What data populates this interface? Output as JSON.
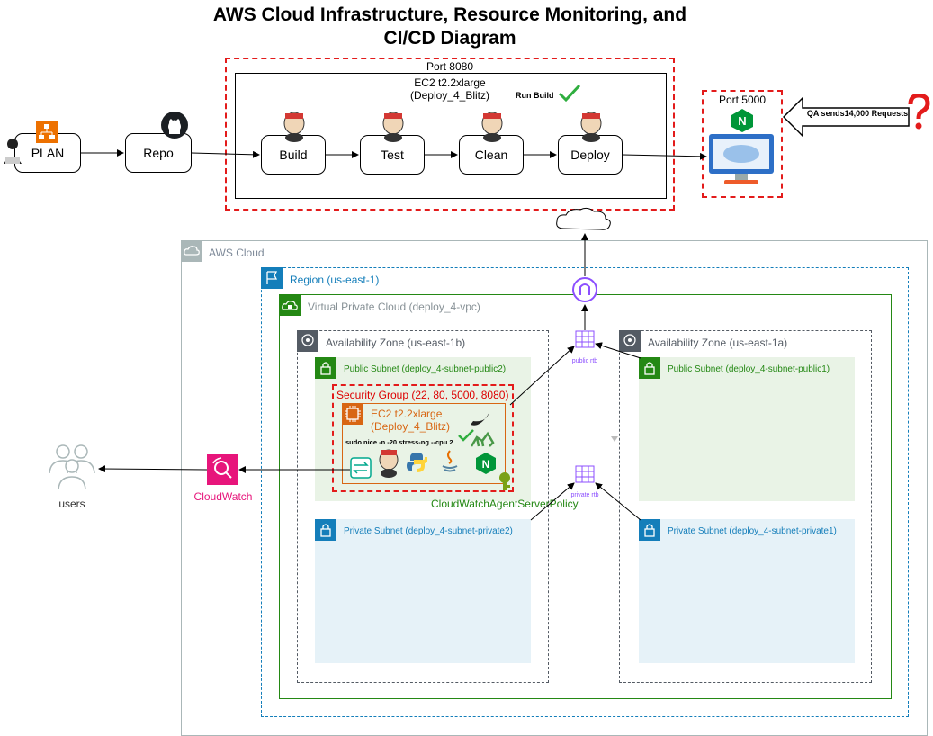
{
  "title": [
    "AWS Cloud Infrastructure, Resource Monitoring, and",
    "CI/CD Diagram"
  ],
  "pipeline": {
    "port_label": "Port 8080",
    "ec2_label": "EC2 t2.2xlarge",
    "ec2_name": "(Deploy_4_Blitz)",
    "run_build": "Run Build",
    "stages": [
      "Build",
      "Test",
      "Clean",
      "Deploy"
    ]
  },
  "plan": "PLAN",
  "repo": "Repo",
  "app": {
    "port_label": "Port 5000"
  },
  "qa_text": "QA sends14,000 Requests",
  "aws": {
    "cloud_label": "AWS Cloud",
    "region_label": "Region (us-east-1)",
    "vpc_label": "Virtual Private Cloud (deploy_4-vpc)",
    "az_left": "Availability Zone (us-east-1b)",
    "az_right": "Availability Zone (us-east-1a)",
    "public_left": "Public Subnet (deploy_4-subnet-public2)",
    "public_right": "Public Subnet (deploy_4-subnet-public1)",
    "private_left": "Private Subnet (deploy_4-subnet-private2)",
    "private_right": "Private Subnet (deploy_4-subnet-private1)",
    "security_group": "Security Group (22, 80, 5000, 8080)",
    "ec2_type": "EC2 t2.2xlarge",
    "ec2_name": "(Deploy_4_Blitz)",
    "stress_cmd": "sudo nice -n -20 stress-ng --cpu 2",
    "policy": "CloudWatchAgentServerPolicy",
    "public_rtb": "public rtb",
    "private_rtb": "private rtb"
  },
  "cloudwatch": "CloudWatch",
  "users": "users",
  "colors": {
    "dash_red": "#e31b1b",
    "aws_gray": "#7d8998",
    "region_blue": "#147eba",
    "vpc_green": "#248814",
    "public_bg": "#e9f3e6",
    "private_bg": "#e6f2f8",
    "ec2_orange": "#d86613",
    "cloudwatch_pink": "#e7157b",
    "igw_purple": "#8c4fff"
  }
}
